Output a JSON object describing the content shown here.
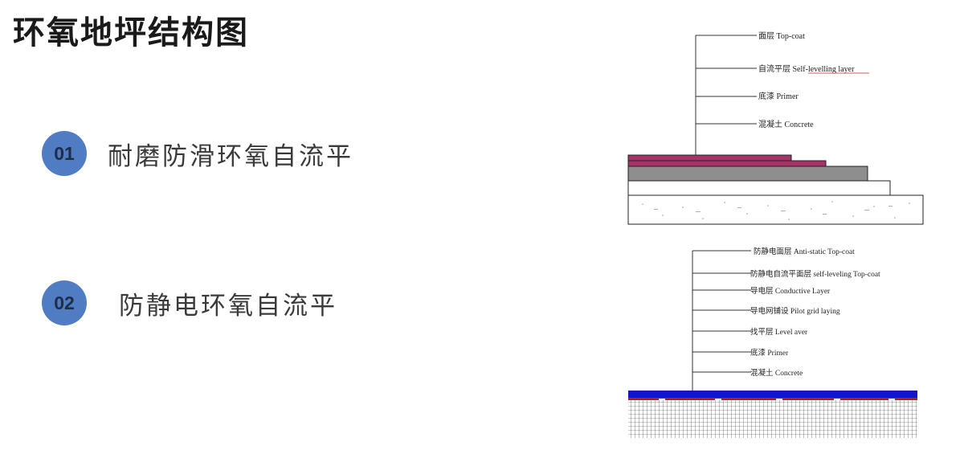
{
  "page": {
    "title": "环氧地坪结构图"
  },
  "items": [
    {
      "number": "01",
      "label": "耐磨防滑环氧自流平"
    },
    {
      "number": "02",
      "label": "防静电环氧自流平"
    }
  ],
  "diagram_epoxy": {
    "labels": [
      "面层 Top-coat",
      "自流平层 Self-levelling layer",
      "底漆 Primer",
      "混凝土 Concrete"
    ],
    "colors": {
      "topcoat": "#a8336b",
      "primer": "#8e8e8e",
      "self_level_line": "#cc2222"
    }
  },
  "diagram_antistatic": {
    "labels": [
      "防静电面层 Anti-static Top-coat",
      "防静电自流平面层 self-leveling Top-coat",
      "导电层 Conductive Layer",
      "导电网铺设 Pilot grid laying",
      "找平层  Level aver",
      "底漆 Primer",
      "混凝土 Concrete"
    ],
    "colors": {
      "topcoat": "#1414c8",
      "conductive": "#c01818"
    }
  }
}
